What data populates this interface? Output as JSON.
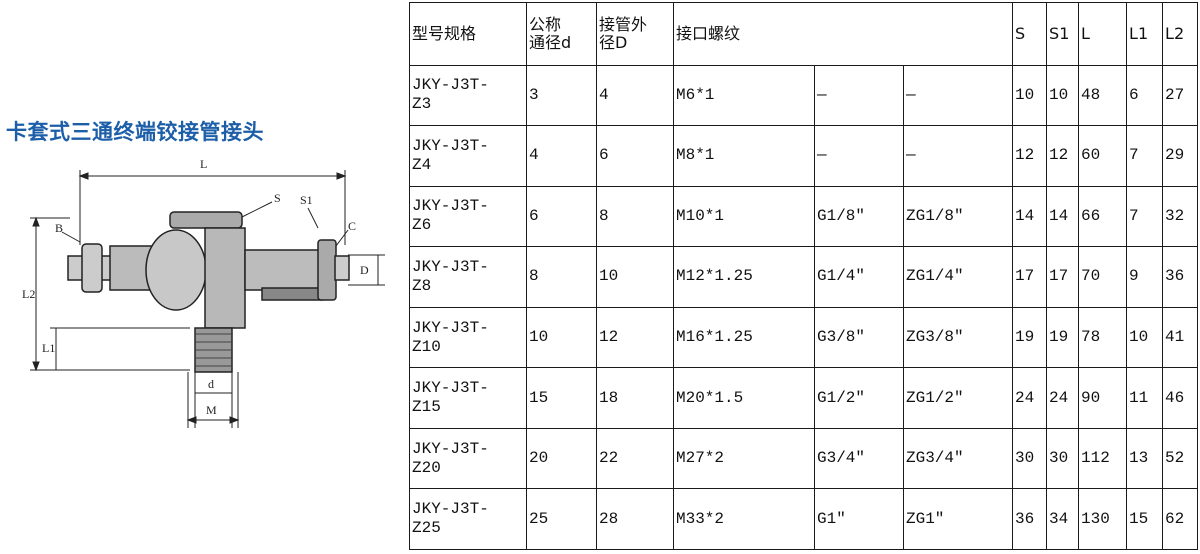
{
  "title": "卡套式三通终端铰接管接头",
  "drawing": {
    "labels": {
      "L": "L",
      "S": "S",
      "S1": "S1",
      "B": "B",
      "C": "C",
      "L2": "L2",
      "D": "D",
      "L1": "L1",
      "d": "d",
      "M": "M"
    }
  },
  "table": {
    "headers": [
      "型号规格",
      "公称\n通径d",
      "接管外\n径D",
      "接口螺纹",
      "S",
      "S1",
      "L",
      "L1",
      "L2"
    ],
    "rows": [
      [
        "JKY-J3T-\nZ3",
        "3",
        "4",
        "M6*1",
        "—",
        "—",
        "10",
        "10",
        "48",
        "6",
        "27"
      ],
      [
        "JKY-J3T-\nZ4",
        "4",
        "6",
        "M8*1",
        "—",
        "—",
        "12",
        "12",
        "60",
        "7",
        "29"
      ],
      [
        "JKY-J3T-\nZ6",
        "6",
        "8",
        "M10*1",
        "G1/8″",
        "ZG1/8″",
        "14",
        "14",
        "66",
        "7",
        "32"
      ],
      [
        "JKY-J3T-\nZ8",
        "8",
        "10",
        "M12*1.25",
        "G1/4″",
        "ZG1/4″",
        "17",
        "17",
        "70",
        "9",
        "36"
      ],
      [
        "JKY-J3T-\nZ10",
        "10",
        "12",
        "M16*1.25",
        "G3/8″",
        "ZG3/8″",
        "19",
        "19",
        "78",
        "10",
        "41"
      ],
      [
        "JKY-J3T-\nZ15",
        "15",
        "18",
        "M20*1.5",
        "G1/2″",
        "ZG1/2″",
        "24",
        "24",
        "90",
        "11",
        "46"
      ],
      [
        "JKY-J3T-\nZ20",
        "20",
        "22",
        "M27*2",
        "G3/4″",
        "ZG3/4″",
        "30",
        "30",
        "112",
        "13",
        "52"
      ],
      [
        "JKY-J3T-\nZ25",
        "25",
        "28",
        "M33*2",
        "G1″",
        "ZG1″",
        "36",
        "34",
        "130",
        "15",
        "62"
      ]
    ]
  }
}
